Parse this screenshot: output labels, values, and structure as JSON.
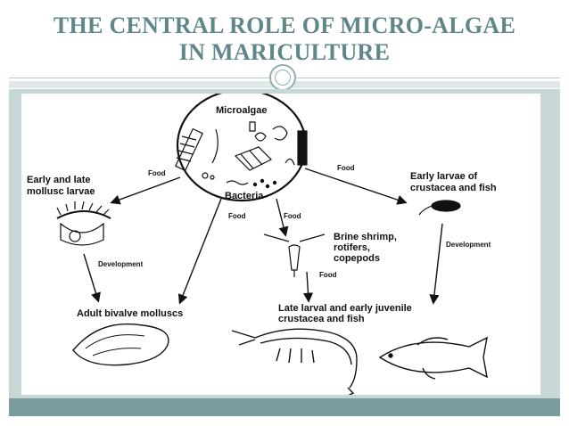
{
  "slide": {
    "title_line1": "THE CENTRAL ROLE OF MICRO-ALGAE",
    "title_line2": "IN MARICULTURE"
  },
  "diagram": {
    "center_top": "Microalgae",
    "center_bottom": "Bacteria",
    "left_top_line1": "Early and late",
    "left_top_line2": "mollusc larvae",
    "right_top_line1": "Early larvae of",
    "right_top_line2": "crustacea and fish",
    "middle_line1": "Brine shrimp,",
    "middle_line2": "rotifers,",
    "middle_line3": "copepods",
    "bottom_left": "Adult bivalve molluscs",
    "bottom_right_line1": "Late larval and early juvenile",
    "bottom_right_line2": "crustacea and fish",
    "label_food": "Food",
    "label_development": "Development"
  }
}
